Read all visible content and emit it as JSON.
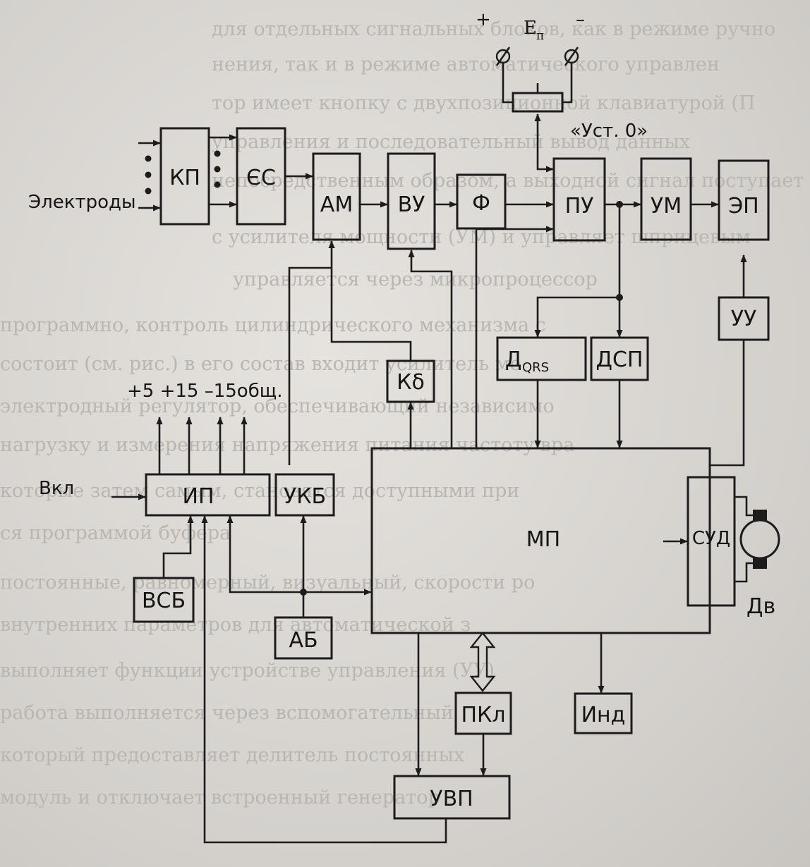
{
  "blocks": {
    "kp": "КП",
    "ss": "ЄС",
    "am": "АМ",
    "vu": "ВУ",
    "f": "Ф",
    "pu": "ПУ",
    "um": "УМ",
    "ep": "ЭП",
    "uu": "УУ",
    "dqrs_main": "Д",
    "dqrs_sub": "QRS",
    "dsp": "ДСП",
    "kd": "Кδ",
    "ip": "ИП",
    "ukb": "УКБ",
    "mp": "МП",
    "sud": "СУД",
    "vsb": "ВСБ",
    "ab": "АБ",
    "pkl": "ПКл",
    "ind": "Инд",
    "uvp": "УВП"
  },
  "labels": {
    "electrodes": "Электроды",
    "vkl": "Вкл",
    "supply": "+5  +15 –15общ.",
    "ep_main": "E",
    "ep_sub": "п",
    "plus": "+",
    "minus": "–",
    "ust0": "«Уст. 0»",
    "dv": "Дв"
  },
  "bleed_through_text": [
    "для отдельных сигнальных блоков, как в режиме ручно",
    "нения, так и в режиме автоматического управлен",
    "тор имеет кнопку с двухпозиционной клавиатурой (П",
    "управления и последовательный вывод данных",
    "непосредственным образом, а выходной сигнал поступает",
    "с усилителя мощности (УМ) и управляет шприцевым",
    "управляется через микропроцессор",
    "программно, контроль цилиндрического механизма с",
    "состоит (см. рис.) в его состав входит усилитель мо",
    "электродный регулятор, обеспечивающий независимо",
    "нагрузку и измерения напряжения питания частоту вра",
    "которые затем самым, становятся доступными при",
    "ся программой буфера",
    "постоянные, равномерный, визуальный, скорости ро",
    "внутренних параметров для автоматической з",
    "выполняет функции устройстве управления (УУ)",
    "работа выполняется через вспомогательный",
    "который предоставляет делитель постоянных",
    "модуль и отключает встроенный генератор"
  ]
}
